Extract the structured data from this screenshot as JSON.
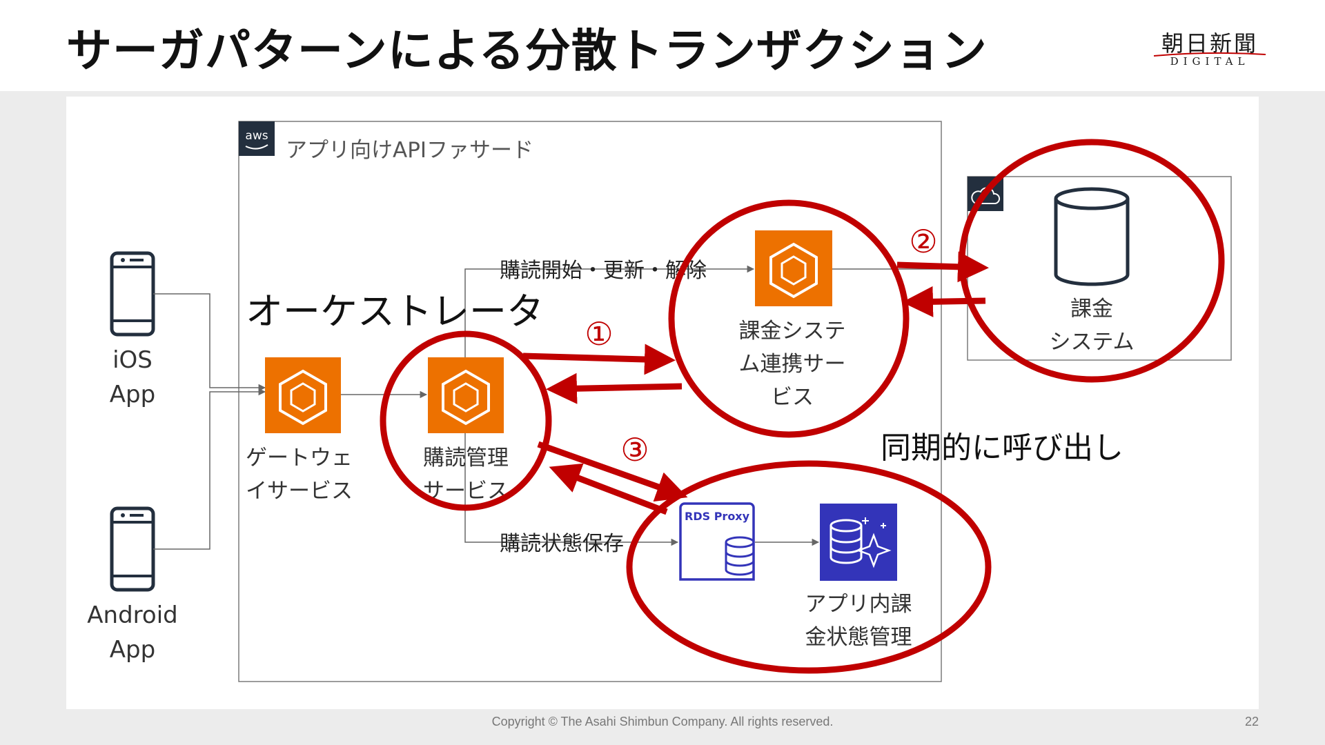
{
  "title": "サーガパターンによる分散トランザクション",
  "logo": {
    "main": "朝日新聞",
    "sub": "DIGITAL"
  },
  "diagram": {
    "aws_label": "aws",
    "facade_label": "アプリ向けAPIファサード",
    "ios_app": [
      "iOS",
      "App"
    ],
    "android_app": [
      "Android",
      "App"
    ],
    "gateway_service": [
      "ゲートウェ",
      "イサービス"
    ],
    "subscription_service": [
      "購読管理",
      "サービス"
    ],
    "billing_integration_service": [
      "課金システ",
      "ム連携サー",
      "ビス"
    ],
    "billing_system": [
      "課金",
      "システム"
    ],
    "in_app_billing_state": [
      "アプリ内課",
      "金状態管理"
    ],
    "rds_proxy_label": "RDS Proxy",
    "orchestrator_label": "オーケストレータ",
    "sync_call_label": "同期的に呼び出し",
    "flow_subscription_ops": "購読開始・更新・解除",
    "flow_save_state": "購読状態保存",
    "step_1": "①",
    "step_2": "②",
    "step_3": "③",
    "colors": {
      "ecs_orange": "#ed7100",
      "rds_blue": "#3334b9",
      "highlight_red": "#c00000",
      "connector_gray": "#666666"
    }
  },
  "footer": {
    "copyright": "Copyright © The Asahi Shimbun Company. All rights reserved.",
    "page_number": "22"
  }
}
